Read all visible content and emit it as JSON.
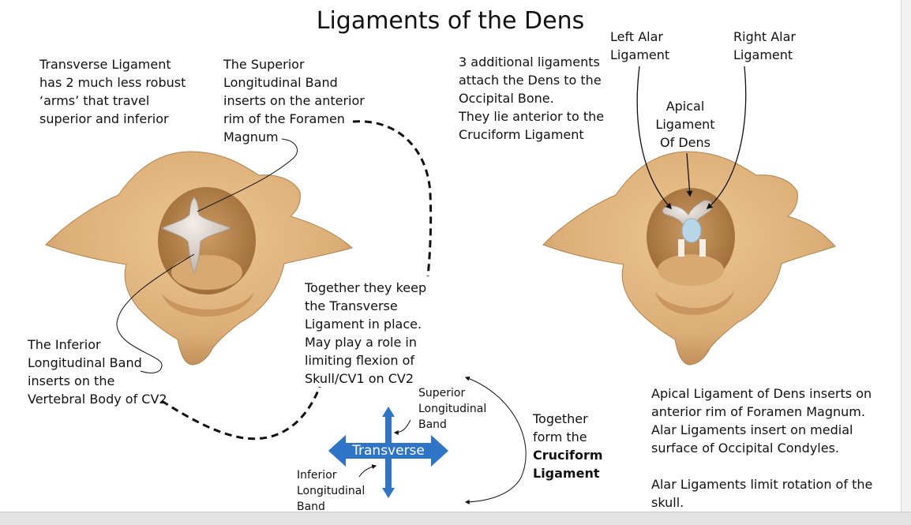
{
  "title": "Ligaments of the Dens",
  "left_notes": {
    "transverse": "Transverse Ligament\nhas 2 much less robust\n‘arms’ that travel\nsuperior and inferior",
    "superior_band": "The Superior\nLongitudinal Band\ninserts on the anterior\nrim of the Foramen\nMagnum",
    "inferior_band": "The Inferior\nLongitudinal Band\ninserts on the\nVertebral Body of CV2",
    "together": "Together they keep\nthe Transverse\nLigament in place.\nMay play a role in\nlimiting flexion of\nSkull/CV1 on CV2"
  },
  "cruciform": {
    "transverse_label": "Transverse",
    "superior_label": "Superior\nLongitudinal\nBand",
    "inferior_label": "Inferior\nLongitudinal\nBand",
    "together_prefix": "Together\nform the",
    "together_bold": "Cruciform\nLigament"
  },
  "right_notes": {
    "additional": "3 additional ligaments\nattach the Dens to the\nOccipital Bone.\nThey lie anterior to the\nCruciform Ligament",
    "left_alar": "Left Alar\nLigament",
    "right_alar": "Right Alar\nLigament",
    "apical": "Apical\nLigament\nOf Dens",
    "insertion": "Apical Ligament of Dens inserts on\nanterior rim of Foramen Magnum.\nAlar Ligaments insert on medial\nsurface of Occipital Condyles.\n\nAlar Ligaments limit rotation of the\nskull."
  },
  "colors": {
    "bone": "#e2b681",
    "bone_shadow": "#a9773f",
    "ligament": "#ddd2ca",
    "dens_blue": "#b9d6e9",
    "arrow_blue": "#2f75c7"
  }
}
